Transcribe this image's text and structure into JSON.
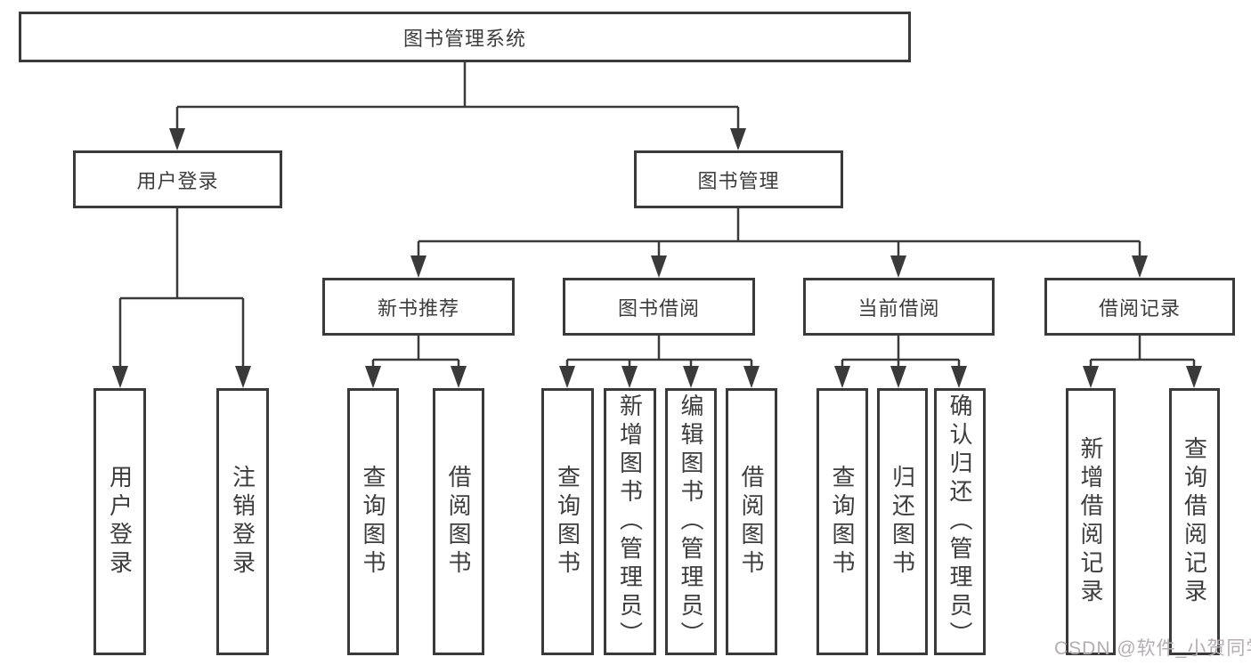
{
  "diagram_type": "tree",
  "tree": {
    "root": {
      "label": "图书管理系统"
    },
    "branches": [
      {
        "label": "用户登录",
        "children": [
          {
            "label": "用户登录"
          },
          {
            "label": "注销登录"
          }
        ]
      },
      {
        "label": "图书管理",
        "sections": [
          {
            "label": "新书推荐",
            "children": [
              {
                "label": "查询图书"
              },
              {
                "label": "借阅图书"
              }
            ]
          },
          {
            "label": "图书借阅",
            "children": [
              {
                "label": "查询图书"
              },
              {
                "label": "新增图书（管理员）"
              },
              {
                "label": "编辑图书（管理员）"
              },
              {
                "label": "借阅图书"
              }
            ]
          },
          {
            "label": "当前借阅",
            "children": [
              {
                "label": "查询图书"
              },
              {
                "label": "归还图书"
              },
              {
                "label": "确认归还（管理员）"
              }
            ]
          },
          {
            "label": "借阅记录",
            "children": [
              {
                "label": "新增借阅记录"
              },
              {
                "label": "查询借阅记录"
              }
            ]
          }
        ]
      }
    ]
  },
  "watermark": {
    "text": "CSDN @软件_小贺同学"
  },
  "colors": {
    "line": "#3a3a3a",
    "text": "#3d3d3d",
    "box_background": "#ffffff",
    "watermark": "#b4aeb2",
    "background": "#ffffff"
  }
}
